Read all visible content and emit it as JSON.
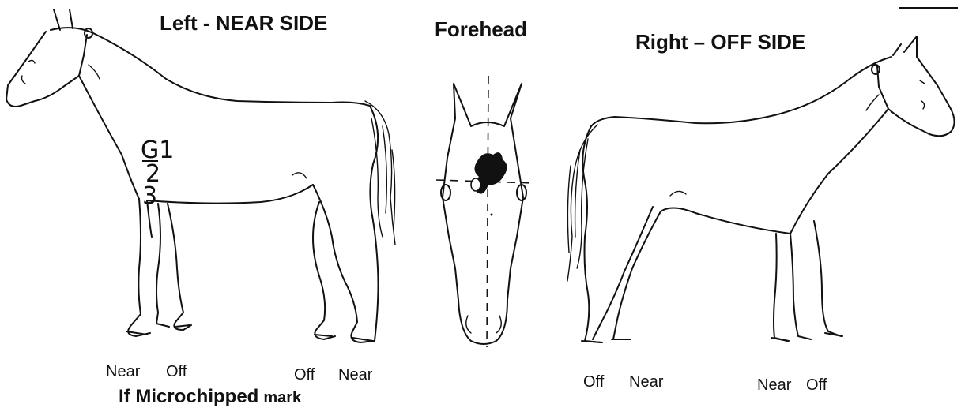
{
  "headings": {
    "left": "Left - NEAR SIDE",
    "center": "Forehead",
    "right": "Right – OFF SIDE"
  },
  "left_horse": {
    "leg_labels": [
      "Near",
      "Off",
      "Off",
      "Near"
    ],
    "handwritten_marks": [
      "G1",
      "2",
      "3"
    ]
  },
  "right_horse": {
    "leg_labels": [
      "Off",
      "Near",
      "Near",
      "Off"
    ]
  },
  "footer": {
    "text": "If Microchipped",
    "trailing": "mark"
  }
}
